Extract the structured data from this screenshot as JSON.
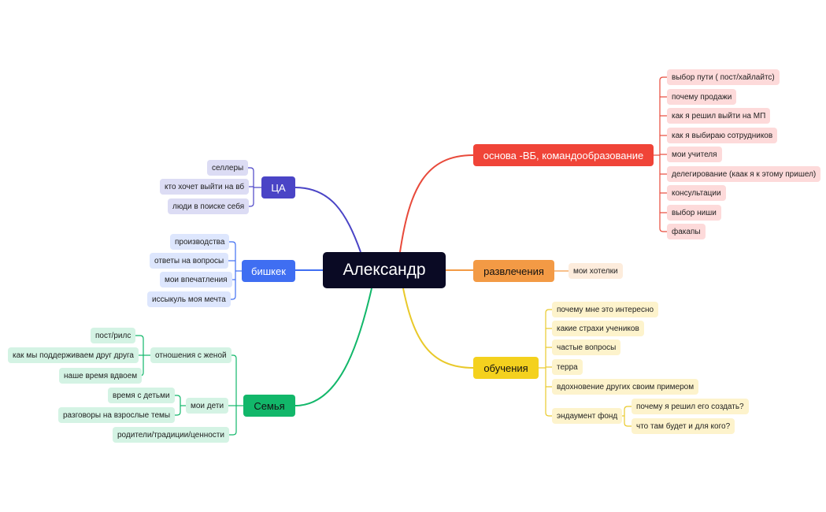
{
  "root": {
    "label": "Александр",
    "color": "#0a0a24"
  },
  "branches": {
    "osnova": {
      "label": "основа -ВБ, командообразование",
      "color": "#f04438",
      "leaf_bg": "#fddada",
      "line": "#e84a3b",
      "items": [
        "выбор пути ( пост/хайлайтс)",
        "почему продажи",
        "как я решил выйти на МП",
        "как я выбираю сотрудников",
        "мои учителя",
        "делегирование (каак я к этому пришел)",
        "консультации",
        "выбор ниши",
        "факапы"
      ]
    },
    "razvlecheniya": {
      "label": "развлечения",
      "color": "#f39a45",
      "leaf_bg": "#fdecdc",
      "line": "#f39a45",
      "items": [
        "мои хотелки"
      ]
    },
    "obucheniya": {
      "label": "обучения",
      "color": "#f4d11e",
      "leaf_bg": "#fdf3cc",
      "line": "#e9c92a",
      "items": [
        "почему мне это интересно",
        "какие страхи учеников",
        "частые вопросы",
        "терра",
        "вдохновение других своим примером",
        "эндаумент фонд"
      ],
      "endowment_items": [
        "почему я решил его создать?",
        "что там будет и для кого?"
      ]
    },
    "ca": {
      "label": "ЦА",
      "color": "#4a44c6",
      "leaf_bg": "#dcdcf4",
      "line": "#4a44c6",
      "items": [
        "селлеры",
        "кто хочет выйти на вб",
        "люди в поиске себя"
      ]
    },
    "bishkek": {
      "label": "бишкек",
      "color": "#3f6ef2",
      "leaf_bg": "#dde6fd",
      "line": "#3f6ef2",
      "items": [
        "производства",
        "ответы на вопросы",
        "мои впечатления",
        "иссыкуль моя мечта"
      ]
    },
    "semya": {
      "label": "Семья",
      "color": "#12b76a",
      "leaf_bg": "#d4f3e4",
      "line": "#12b76a",
      "items": [
        "отношения с женой",
        "мои дети",
        "родители/традиции/ценности"
      ],
      "wife_items": [
        "пост/рилс",
        "как мы поддерживаем друг друга",
        "наше время вдвоем"
      ],
      "kids_items": [
        "время с детьми",
        "разговоры на взрослые темы"
      ]
    }
  }
}
